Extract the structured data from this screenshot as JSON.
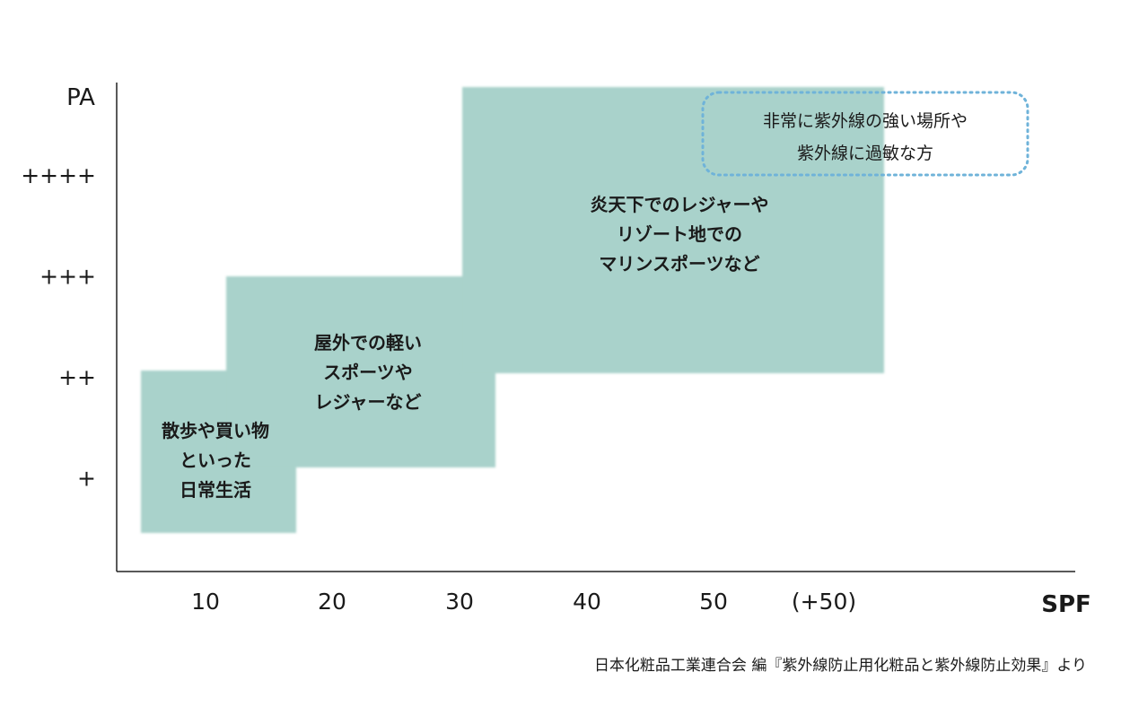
{
  "chart_data": {
    "type": "area",
    "xlabel": "SPF",
    "ylabel": "PA",
    "x_ticks": [
      {
        "label": "10",
        "value": 10
      },
      {
        "label": "20",
        "value": 20
      },
      {
        "label": "30",
        "value": 30
      },
      {
        "label": "40",
        "value": 40
      },
      {
        "label": "50",
        "value": 50
      },
      {
        "label": "(+50)",
        "value": 60
      }
    ],
    "y_ticks": [
      {
        "label": "+",
        "value": 1
      },
      {
        "label": "++",
        "value": 2
      },
      {
        "label": "+++",
        "value": 3
      },
      {
        "label": "++++",
        "value": 4
      }
    ],
    "zones": [
      {
        "name": "daily",
        "lines": [
          "散歩や買い物",
          "といった",
          "日常生活"
        ],
        "rects": [
          {
            "x0": 5,
            "x1": 17,
            "y0": 0.45,
            "y1": 2.05
          },
          {
            "x0": 5,
            "x1": 12,
            "y0": 2.05,
            "y1": 2.05
          }
        ]
      },
      {
        "name": "outdoor-light",
        "lines": [
          "屋外での軽い",
          "スポーツや",
          "レジャーなど"
        ],
        "rects": [
          {
            "x0": 12,
            "x1": 33,
            "y0": 1.85,
            "y1": 3.0
          },
          {
            "x0": 12,
            "x1": 30,
            "y0": 3.0,
            "y1": 3.0
          }
        ]
      },
      {
        "name": "hot-sun-leisure",
        "lines": [
          "炎天下でのレジャーや",
          "リゾート地での",
          "マリンスポーツなど"
        ],
        "rects": [
          {
            "x0": 30,
            "x1": 63,
            "y0": 2.0,
            "y1": 4.85
          }
        ]
      }
    ],
    "callout": {
      "lines": [
        "非常に紫外線の強い場所や",
        "紫外線に過敏な方"
      ]
    },
    "source": "日本化粧品工業連合会 編『紫外線防止用化粧品と紫外線防止効果』より"
  }
}
